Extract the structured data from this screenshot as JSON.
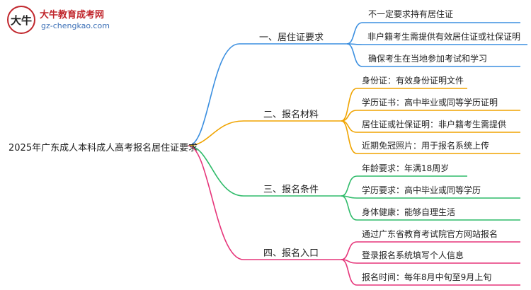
{
  "watermark": {
    "brand": "大牛教育成考网",
    "url": "gz-chengkao.com",
    "logo_text": "大牛"
  },
  "root": "2025年广东成人本科成人高考报名居住证要求",
  "branches": [
    {
      "label": "一、居住证要求",
      "color": "#3b8fe0",
      "children": [
        "不一定要求持有居住证",
        "非户籍考生需提供有效居住证或社保证明",
        "确保考生在当地参加考试和学习"
      ]
    },
    {
      "label": "二、报名材料",
      "color": "#f0a400",
      "children": [
        "身份证：有效身份证明文件",
        "学历证书：高中毕业或同等学历证明",
        "居住证或社保证明：非户籍考生需提供",
        "近期免冠照片：用于报名系统上传"
      ]
    },
    {
      "label": "三、报名条件",
      "color": "#2fbb6a",
      "children": [
        "年龄要求：年满18周岁",
        "学历要求：高中毕业或同等学历",
        "身体健康：能够自理生活"
      ]
    },
    {
      "label": "四、报名入口",
      "color": "#e6357a",
      "children": [
        "通过广东省教育考试院官方网站报名",
        "登录报名系统填写个人信息",
        "报名时间：每年8月中旬至9月上旬"
      ]
    }
  ]
}
